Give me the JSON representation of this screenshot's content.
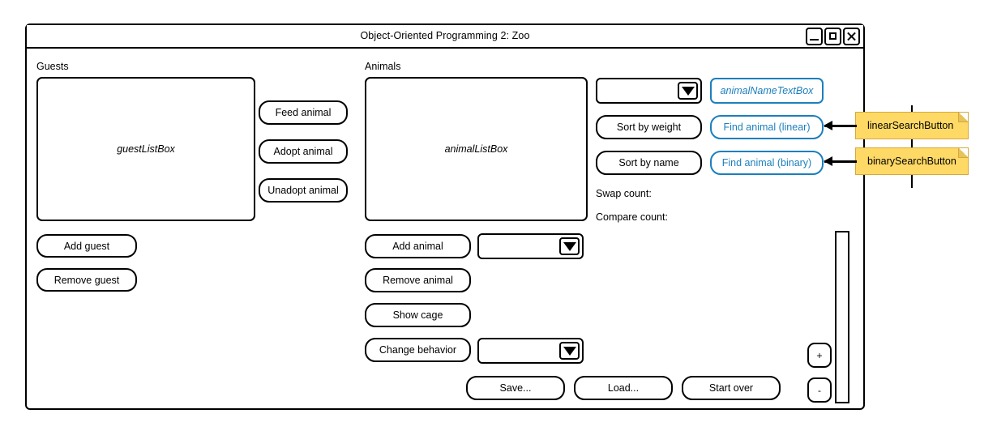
{
  "window": {
    "title": "Object-Oriented Programming 2: Zoo",
    "controls": {
      "minimize": "minimize",
      "maximize": "maximize",
      "close": "close"
    }
  },
  "guests_panel": {
    "label": "Guests",
    "listbox_placeholder": "guestListBox",
    "add_guest": "Add guest",
    "remove_guest": "Remove guest"
  },
  "adoption_buttons": {
    "feed_animal": "Feed animal",
    "adopt_animal": "Adopt animal",
    "unadopt_animal": "Unadopt animal"
  },
  "animals_panel": {
    "label": "Animals",
    "listbox_placeholder": "animalListBox",
    "add_animal": "Add animal",
    "remove_animal": "Remove animal",
    "show_cage": "Show cage",
    "change_behavior": "Change behavior",
    "add_animal_combo_value": "",
    "change_behavior_combo_value": ""
  },
  "search_panel": {
    "sort_combo_value": "",
    "name_textbox_placeholder": "animalNameTextBox",
    "sort_by_weight": "Sort by weight",
    "sort_by_name": "Sort by name",
    "find_animal_linear": "Find animal (linear)",
    "find_animal_binary": "Find animal (binary)",
    "swap_count_label": "Swap count:",
    "compare_count_label": "Compare count:"
  },
  "file_buttons": {
    "save": "Save...",
    "load": "Load...",
    "start_over": "Start over"
  },
  "stepper": {
    "increase": "+",
    "decrease": "-"
  },
  "annotations": [
    {
      "text": "linearSearchButton"
    },
    {
      "text": "binarySearchButton"
    }
  ],
  "colors": {
    "accent_blue": "#1b7fbd",
    "note_yellow": "#ffd966",
    "note_border": "#d6a93b",
    "outline": "#000000"
  }
}
